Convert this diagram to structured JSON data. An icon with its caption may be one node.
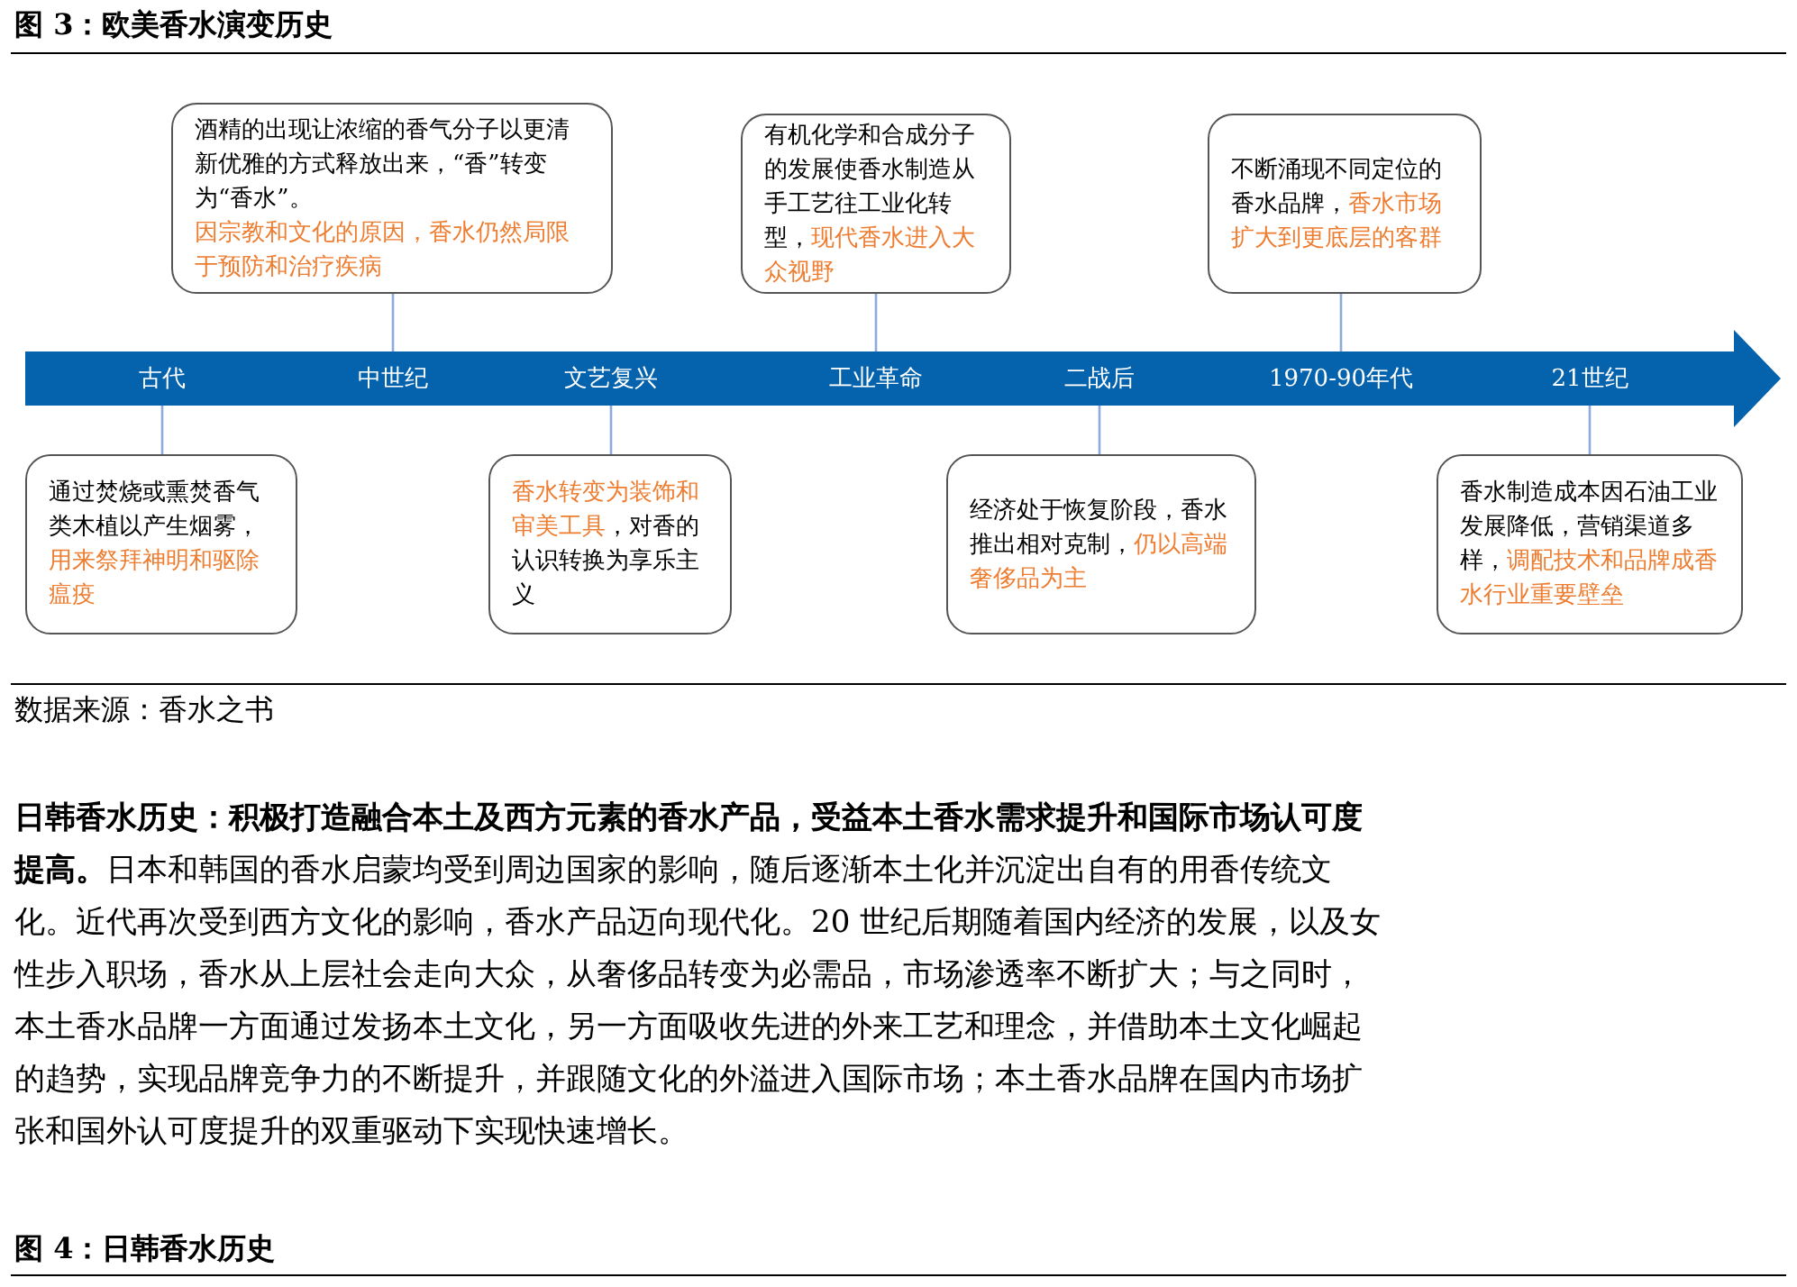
{
  "diagram": {
    "title": "图 3：欧美香水演变历史",
    "nodes": [
      {
        "text": [
          "古代"
        ]
      },
      {
        "text": [
          "中世纪"
        ]
      },
      {
        "text": [
          "文艺复兴"
        ]
      },
      {
        "text": [
          "工业革命"
        ]
      },
      {
        "text": [
          "二战后"
        ]
      },
      {
        "text": [
          "1970-90年代"
        ]
      },
      {
        "text": [
          "21世纪"
        ]
      },
      {
        "text": [
          "通过焚烧或熏焚香气类木植以产生烟雾，",
          "用来祭拜神明和驱除瘟疫"
        ]
      },
      {
        "text": [
          "酒精的出现让浓缩的香气分子以更清新优雅的方式释放出来，“香”转变为“香水”。",
          "因宗教和文化的原因，香水仍然局限于预防和治疗疾病"
        ]
      },
      {
        "text": [
          "香水转变为装饰和审美工具",
          "，对香的认识转换为享乐主义"
        ]
      },
      {
        "text": [
          "有机化学和合成分子的发展使香水制造从手工艺往工业化转型，",
          "现代香水进入大众视野"
        ]
      },
      {
        "text": [
          "经济处于恢复阶段，香水推出相对克制，",
          "仍以高端奢侈品为主"
        ]
      },
      {
        "text": [
          "不断涌现不同定位的香水品牌，",
          "香水市场扩大到更底层的客群"
        ]
      },
      {
        "text": [
          "香水制造成本因石油工业发展降低，营销渠道多样，",
          "调配技术和品牌成香水行业重要壁垒"
        ]
      }
    ],
    "edges": [
      {
        "from": 7,
        "to": 0,
        "arrow": "none"
      },
      {
        "from": 8,
        "to": 1,
        "arrow": "none"
      },
      {
        "from": 9,
        "to": 2,
        "arrow": "none"
      },
      {
        "from": 10,
        "to": 3,
        "arrow": "none"
      },
      {
        "from": 11,
        "to": 4,
        "arrow": "none"
      },
      {
        "from": 12,
        "to": 5,
        "arrow": "none"
      },
      {
        "from": 13,
        "to": 6,
        "arrow": "none"
      }
    ],
    "labels": [
      "数据来源：香水之书",
      "**日韩香水历史：积极打造融合本土及西方元素的香水产品，受益本土香水需求提升和国际市场认可度提高。**日本和韩国的香水启蒙均受到周边国家的影响，随后逐渐本土化并沉淀出自有的用香传统文化。近代再次受到西方文化的影响，香水产品迈向现代化。20 世纪后期随着国内经济的发展，以及女性步入职场，香水从上层社会走向大众，从奢侈品转变为必需品，市场渗透率不断扩大；与之同时，本土香水品牌一方面通过发扬本土文化，另一方面吸收先进的外来工艺和理念，并借助本土文化崛起的趋势，实现品牌竞争力的不断提升，并跟随文化的外溢进入国际市场；本土香水品牌在国内市场扩张和国外认可度提升的双重驱动下实现快速增长。",
      "图 4：日韩香水历史"
    ]
  }
}
